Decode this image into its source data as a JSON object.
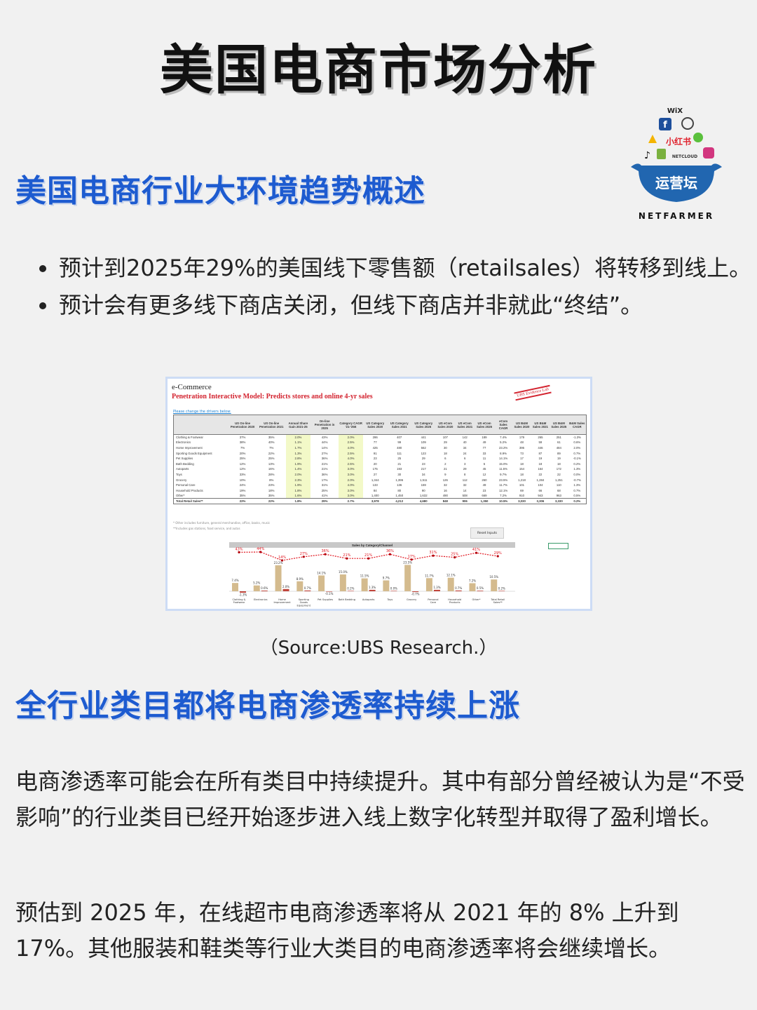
{
  "title": "美国电商市场分析",
  "logo": {
    "top_brands": [
      "WiX",
      "Facebook",
      "WordPress",
      "Google Ads",
      "小红书",
      "WeChat",
      "TikTok",
      "Shopify",
      "NETCLOUD",
      "Instagram"
    ],
    "pot_text": "运营坛",
    "wordmark": "NETFARMER",
    "brand_color": "#2166b0"
  },
  "section1": {
    "heading": "美国电商行业大环境趋势概述",
    "bullets": [
      "预计到2025年29%的美国线下零售额（retailsales）将转移到线上。",
      "预计会有更多线下商店关闭，但线下商店并非就此“终结”。"
    ]
  },
  "figure": {
    "title": "e-Commerce",
    "subtitle": "Penetration Interactive Model: Predicts stores and online 4-yr sales",
    "stamp": "UBS Evidence Lab",
    "drivers_link": "Please change the drivers below:",
    "columns": [
      "",
      "US On-line Penetration 2020",
      "US On-line Penetration 2021",
      "Annual Share Gain 2021-25",
      "On-line Penetration in 2025",
      "Category CAGR '21-'25E",
      "US Category Sales 2020",
      "US Category Sales 2021",
      "US Category Sales 2025",
      "US eCom Sales 2020",
      "US eCom Sales 2021",
      "US eCom Sales 2025",
      "eCom Sales CAGR",
      "US B&M Sales 2020",
      "US B&M Sales 2021",
      "US B&M Sales 2025",
      "B&M Sales CAGR"
    ],
    "rows": [
      [
        "Clothing & Footwear",
        "37%",
        "35%",
        "2.0%",
        "43%",
        "2.0%",
        "286",
        "407",
        "441",
        "107",
        "142",
        "189",
        "7.4%",
        "179",
        "265",
        "251",
        "-1.3%"
      ],
      [
        "Electronics",
        "38%",
        "40%",
        "1.1%",
        "44%",
        "2.5%",
        "77",
        "99",
        "109",
        "29",
        "40",
        "49",
        "5.2%",
        "48",
        "59",
        "61",
        "0.6%"
      ],
      [
        "Home Improvement",
        "7%",
        "7%",
        "1.7%",
        "14%",
        "4.0%",
        "425",
        "480",
        "562",
        "30",
        "34",
        "77",
        "23.2%",
        "395",
        "446",
        "484",
        "2.0%"
      ],
      [
        "Sporting Goods Equipment",
        "20%",
        "22%",
        "1.3%",
        "27%",
        "2.5%",
        "91",
        "111",
        "123",
        "18",
        "24",
        "33",
        "8.9%",
        "73",
        "87",
        "89",
        "0.7%"
      ],
      [
        "Pet Supplies",
        "25%",
        "25%",
        "2.8%",
        "36%",
        "4.0%",
        "23",
        "25",
        "29",
        "6",
        "6",
        "11",
        "14.1%",
        "17",
        "19",
        "19",
        "-0.1%"
      ],
      [
        "Bath Bedding",
        "12%",
        "13%",
        "1.9%",
        "21%",
        "2.5%",
        "20",
        "21",
        "23",
        "2",
        "3",
        "5",
        "15.0%",
        "18",
        "18",
        "18",
        "0.2%"
      ],
      [
        "Autoparts",
        "12%",
        "16%",
        "1.4%",
        "21%",
        "3.0%",
        "175",
        "193",
        "217",
        "21",
        "29",
        "45",
        "11.5%",
        "154",
        "164",
        "172",
        "1.3%"
      ],
      [
        "Toys",
        "33%",
        "28%",
        "2.0%",
        "36%",
        "3.0%",
        "27",
        "30",
        "34",
        "9",
        "8",
        "12",
        "9.7%",
        "18",
        "22",
        "22",
        "0.0%"
      ],
      [
        "Grocery",
        "10%",
        "8%",
        "2.3%",
        "17%",
        "2.0%",
        "1,344",
        "1,396",
        "1,511",
        "126",
        "112",
        "260",
        "23.5%",
        "1,218",
        "1,284",
        "1,251",
        "-0.7%"
      ],
      [
        "Personal Care",
        "24%",
        "23%",
        "1.9%",
        "31%",
        "4.0%",
        "133",
        "136",
        "159",
        "32",
        "32",
        "49",
        "11.7%",
        "101",
        "104",
        "110",
        "1.3%"
      ],
      [
        "Household Products",
        "19%",
        "18%",
        "1.8%",
        "25%",
        "3.0%",
        "84",
        "80",
        "90",
        "16",
        "14",
        "23",
        "12.1%",
        "69",
        "66",
        "68",
        "0.7%"
      ],
      [
        "Other*",
        "35%",
        "35%",
        "1.6%",
        "41%",
        "3.0%",
        "1,400",
        "1,450",
        "1,632",
        "490",
        "508",
        "669",
        "7.2%",
        "910",
        "943",
        "963",
        "0.5%"
      ],
      [
        "Total Retail Sales**",
        "22%",
        "22%",
        "1.8%",
        "29%",
        "2.7%",
        "3,978",
        "4,212",
        "4,680",
        "848",
        "906",
        "1,350",
        "10.5%",
        "3,030",
        "3,306",
        "3,330",
        "0.2%"
      ]
    ],
    "notes": [
      "* Other includes furniture, general merchandise, office, books, music",
      "**Includes gas stations, food service, and autos"
    ],
    "reset_button": "Reset Inputs",
    "chart_title": "Sales by Category/Channel",
    "chart_data": {
      "type": "bar",
      "categories": [
        "Clothing & Footwear",
        "Electronics",
        "Home Improvement",
        "Sporting Goods Equipment",
        "Pet Supplies",
        "Bath Bedding",
        "Autoparts",
        "Toys",
        "Grocery",
        "Personal Care",
        "Household Products",
        "Other*",
        "Total Retail Sales**"
      ],
      "series": [
        {
          "kind": "bar",
          "color": "#d4bb8e",
          "values": [
            7.4,
            5.2,
            23.2,
            8.9,
            14.1,
            15.0,
            11.5,
            9.7,
            23.5,
            11.7,
            12.1,
            7.2,
            10.5
          ]
        },
        {
          "kind": "bar",
          "color": "#c0463c",
          "values": [
            -1.3,
            0.6,
            2.0,
            0.7,
            -0.1,
            0.2,
            1.3,
            0.0,
            -0.7,
            1.3,
            0.7,
            0.5,
            0.2
          ]
        },
        {
          "kind": "line",
          "color": "#e0141e",
          "values": [
            43,
            44,
            14,
            27,
            36,
            21,
            21,
            36,
            17,
            31,
            25,
            41,
            29
          ]
        }
      ]
    }
  },
  "source": "（Source:UBS Research.）",
  "section2": {
    "heading": "全行业类目都将电商渗透率持续上涨",
    "paragraphs": [
      "电商渗透率可能会在所有类目中持续提升。其中有部分曾经被认为是“不受影响”的行业类目已经开始逐步进入线上数字化转型并取得了盈利增长。",
      "预估到 2025 年，在线超市电商渗透率将从 2021 年的 8% 上升到 17%。其他服装和鞋类等行业大类目的电商渗透率将会继续增长。"
    ]
  }
}
